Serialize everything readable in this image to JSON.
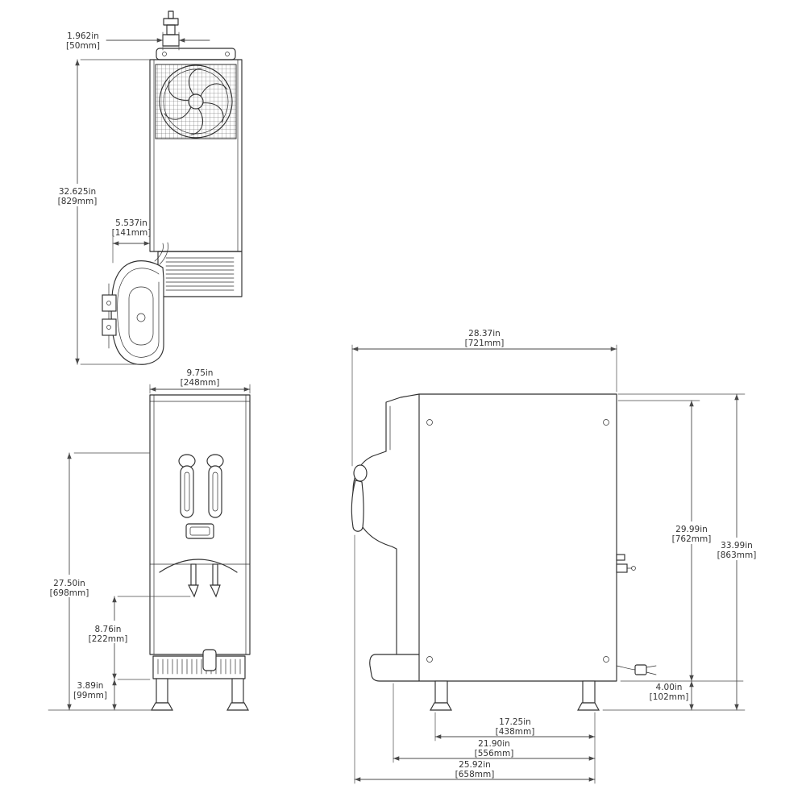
{
  "colors": {
    "background": "#ffffff",
    "line": "#2f2f2f",
    "dimension": "#4a4a4a",
    "text": "#333333"
  },
  "views": {
    "top": {
      "dims": {
        "valve_width": {
          "in": "1.962in",
          "mm": "[50mm]"
        },
        "overall_length": {
          "in": "32.625in",
          "mm": "[829mm]"
        },
        "head_offset": {
          "in": "5.537in",
          "mm": "[141mm]"
        }
      }
    },
    "front": {
      "dims": {
        "width": {
          "in": "9.75in",
          "mm": "[248mm]"
        },
        "height": {
          "in": "27.50in",
          "mm": "[698mm]"
        },
        "spout_clearance": {
          "in": "8.76in",
          "mm": "[222mm]"
        },
        "base_height": {
          "in": "3.89in",
          "mm": "[99mm]"
        }
      }
    },
    "side": {
      "dims": {
        "depth": {
          "in": "28.37in",
          "mm": "[721mm]"
        },
        "cabinet_height": {
          "in": "29.99in",
          "mm": "[762mm]"
        },
        "overall_height": {
          "in": "33.99in",
          "mm": "[863mm]"
        },
        "leg_height": {
          "in": "4.00in",
          "mm": "[102mm]"
        },
        "leg_spacing": {
          "in": "17.25in",
          "mm": "[438mm]"
        },
        "base_depth": {
          "in": "21.90in",
          "mm": "[556mm]"
        },
        "overall_depth": {
          "in": "25.92in",
          "mm": "[658mm]"
        }
      }
    }
  }
}
